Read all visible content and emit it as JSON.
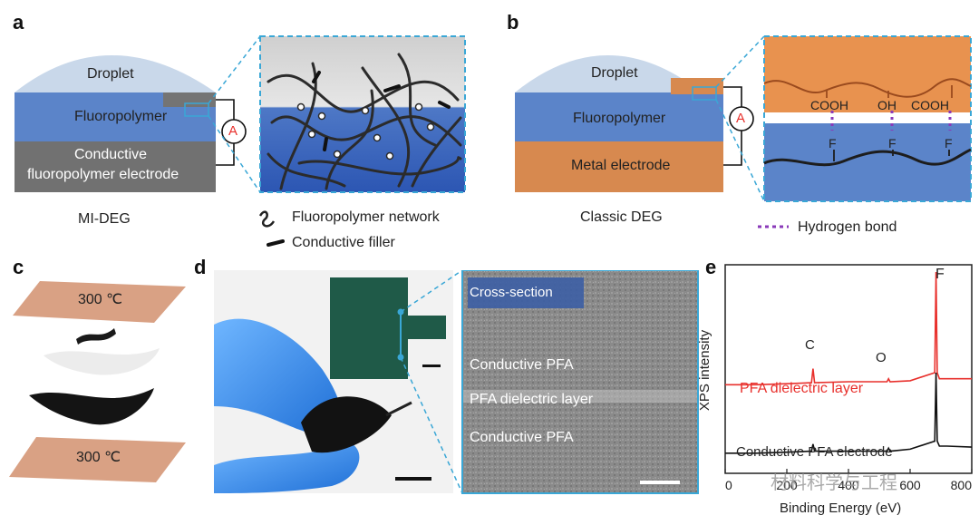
{
  "panels": {
    "a": {
      "letter": "a",
      "droplet": "Droplet",
      "layer_top": "Fluoropolymer",
      "layer_bottom_line1": "Conductive",
      "layer_bottom_line2": "fluoropolymer electrode",
      "ammeter": "A",
      "caption": "MI-DEG",
      "legend_network": "Fluoropolymer network",
      "legend_filler": "Conductive filler"
    },
    "b": {
      "letter": "b",
      "droplet": "Droplet",
      "layer_top": "Fluoropolymer",
      "layer_bottom": "Metal electrode",
      "ammeter": "A",
      "caption": "Classic DEG",
      "groups": [
        "COOH",
        "OH",
        "COOH"
      ],
      "f_labels": [
        "F",
        "F",
        "F"
      ],
      "legend_hbond": "Hydrogen bond"
    },
    "c": {
      "letter": "c",
      "temp_top": "300 ℃",
      "temp_bottom": "300 ℃"
    },
    "d": {
      "letter": "d",
      "cross_section": "Cross-section",
      "layer1": "Conductive PFA",
      "layer2": "PFA dielectric layer",
      "layer3": "Conductive PFA"
    },
    "e": {
      "letter": "e",
      "peak_f": "F",
      "peak_c": "C",
      "peak_o": "O",
      "series_red": "PFA dielectric layer",
      "series_black": "Conductive PFA electrode",
      "ylabel": "XPS intensity",
      "xlabel": "Binding Energy (eV)",
      "x_ticks": [
        "0",
        "200",
        "400",
        "600",
        "800"
      ],
      "watermark": "材料科学与工程"
    }
  },
  "colors": {
    "fluoropolymer": "#5b84c9",
    "conductive": "#707070",
    "metal": "#d7894f",
    "droplet": "#c9d8ea",
    "highlight": "#3aa7d6",
    "hbond": "#8a3ab9",
    "red_series": "#e8302c",
    "black_series": "#111111",
    "copper": "#d9a184"
  },
  "chart_data": {
    "type": "line",
    "xlabel": "Binding Energy (eV)",
    "ylabel": "XPS intensity",
    "xlim": [
      0,
      800
    ],
    "x_ticks": [
      0,
      200,
      400,
      600,
      800
    ],
    "series": [
      {
        "name": "PFA dielectric layer",
        "color": "#e8302c",
        "x": [
          0,
          100,
          200,
          280,
          285,
          290,
          400,
          525,
          530,
          535,
          600,
          680,
          684,
          688,
          695,
          720,
          800
        ],
        "y": [
          0.44,
          0.44,
          0.445,
          0.45,
          0.52,
          0.45,
          0.455,
          0.455,
          0.47,
          0.455,
          0.46,
          0.5,
          1.0,
          0.5,
          0.47,
          0.47,
          0.47
        ]
      },
      {
        "name": "Conductive PFA electrode",
        "color": "#111111",
        "x": [
          0,
          100,
          200,
          280,
          285,
          290,
          400,
          525,
          530,
          535,
          600,
          680,
          684,
          688,
          695,
          720,
          800
        ],
        "y": [
          0.1,
          0.1,
          0.105,
          0.11,
          0.145,
          0.11,
          0.11,
          0.11,
          0.125,
          0.11,
          0.12,
          0.16,
          0.5,
          0.16,
          0.135,
          0.135,
          0.13
        ]
      }
    ],
    "annotations": [
      "C",
      "O",
      "F"
    ]
  }
}
